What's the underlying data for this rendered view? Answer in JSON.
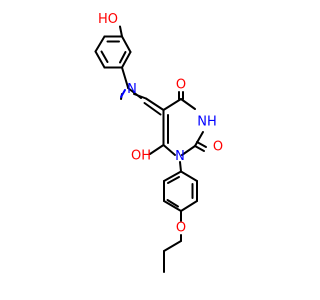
{
  "molecule": {
    "atom_colors": {
      "C": "#000000",
      "N": "#0000ff",
      "O": "#ff0000"
    },
    "labels": {
      "hydroxyl_top": "HO",
      "imine_n": "N",
      "carbonyl_o4": "O",
      "nh": "NH",
      "carbonyl_o2": "O",
      "ring_n1": "N",
      "hydroxyl_c6": "OH",
      "ether_o": "O"
    }
  }
}
